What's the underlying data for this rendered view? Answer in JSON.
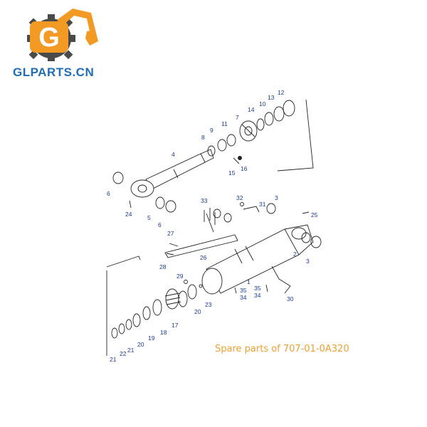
{
  "brand": {
    "name": "GLPARTS.CN",
    "logo_letter": "G",
    "colors": {
      "orange": "#f39a25",
      "blue": "#1f6db5",
      "gear": "#4a4a4a"
    }
  },
  "caption": "Spare parts of 707-01-0A320",
  "callouts": [
    "1",
    "2",
    "3",
    "3",
    "4",
    "5",
    "6",
    "6",
    "7",
    "8",
    "9",
    "10",
    "11",
    "12",
    "13",
    "14",
    "15",
    "16",
    "17",
    "18",
    "19",
    "20",
    "20",
    "21",
    "21",
    "22",
    "23",
    "24",
    "25",
    "26",
    "27",
    "28",
    "29",
    "30",
    "31",
    "32",
    "33",
    "34",
    "34",
    "35",
    "35"
  ],
  "colors": {
    "line": "#222222",
    "callout": "#1a3a9a",
    "caption": "#f0a030"
  }
}
